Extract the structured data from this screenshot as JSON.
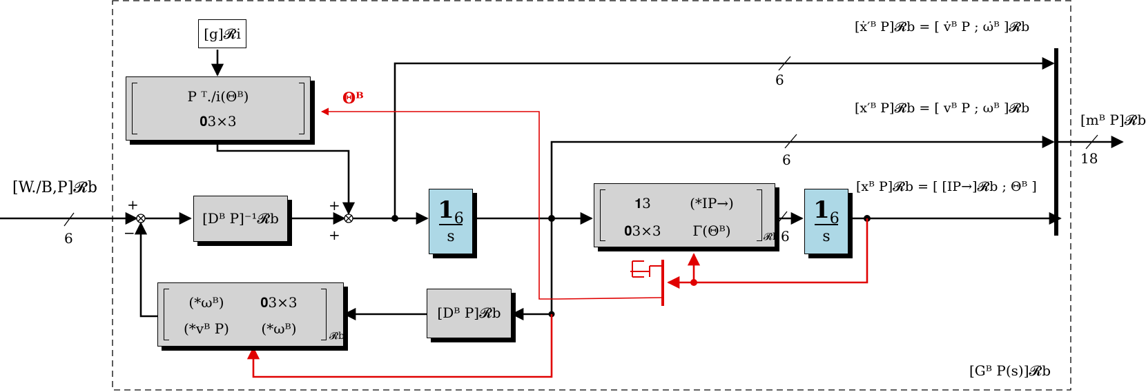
{
  "blocks": {
    "g_input": "[g]𝓡i",
    "p_block": {
      "row1": "P ᵀ./i(Θᴮ)",
      "row2": "𝟎3×3"
    },
    "dp_inv": "[Dᴮ P]⁻¹𝓡b",
    "integrator1": {
      "num": "1",
      "num_sub": "6",
      "den": "s"
    },
    "kinematic_block": {
      "r1c1": "𝟏3",
      "r1c2": "(*IP→)",
      "r2c1": "𝟎3×3",
      "r2c2": "Γ(Θᴮ)",
      "sub": "𝓡b"
    },
    "integrator2": {
      "num": "1",
      "num_sub": "6",
      "den": "s"
    },
    "coriolis_block": {
      "r1c1": "(*ωᴮ)",
      "r1c2": "𝟎3×3",
      "r2c1": "(*vᴮ P)",
      "r2c2": "(*ωᴮ)",
      "sub": "𝓡b"
    },
    "dp_block": "[Dᴮ P]𝓡b"
  },
  "labels": {
    "input_wrench": "[W./B,P]𝓡b",
    "input_width": "6",
    "sum1_top_sign": "+",
    "sum1_bottom_sign": "−",
    "sum2_top_sign": "+",
    "sum2_bottom_sign": "+",
    "theta_feedback": "Θᴮ",
    "acc_width": "6",
    "vel_width": "6",
    "kin_width": "6",
    "out_width": "18",
    "out_acc": "[ẋ′ᴮ P]𝓡b = [ v̇ᴮ P ; ω̇ᴮ ]𝓡b",
    "out_vel": "[x′ᴮ P]𝓡b = [ vᴮ P ; ωᴮ ]𝓡b",
    "out_pos": "[xᴮ P]𝓡b = [ [IP→]𝓡b ; Θᴮ ]",
    "output": "[mᴮ P]𝓡b",
    "system": "[Gᴮ P(s)]𝓡b"
  },
  "colors": {
    "signal": "#000000",
    "feedback": "#e00000",
    "block_gray": "#d3d3d3",
    "block_blue": "#add8e6"
  }
}
